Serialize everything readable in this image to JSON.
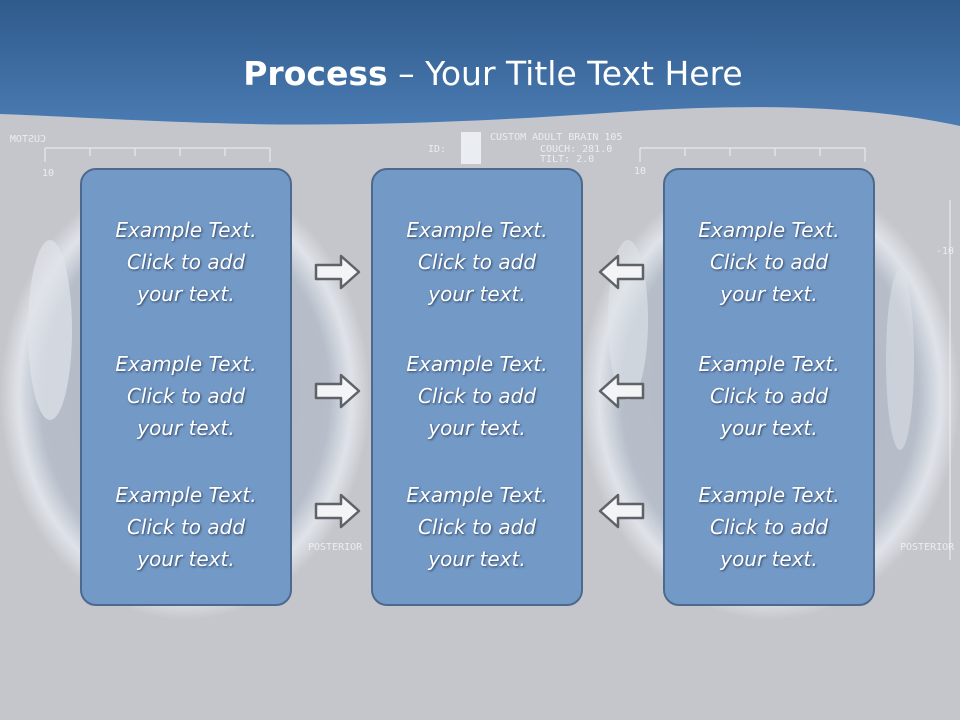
{
  "slide": {
    "title_bold": "Process",
    "title_rest": " – Your Title Text Here"
  },
  "panels": [
    {
      "blocks": [
        {
          "l1": "Example Text.",
          "l2": "Click  to add",
          "l3": "your text."
        },
        {
          "l1": "Example Text.",
          "l2": "Click  to add",
          "l3": "your text."
        },
        {
          "l1": "Example Text.",
          "l2": "Click  to add",
          "l3": "your text."
        }
      ]
    },
    {
      "blocks": [
        {
          "l1": "Example Text.",
          "l2": "Click  to add",
          "l3": "your text."
        },
        {
          "l1": "Example Text.",
          "l2": "Click  to add",
          "l3": "your text."
        },
        {
          "l1": "Example Text.",
          "l2": "Click  to add",
          "l3": "your text."
        }
      ]
    },
    {
      "blocks": [
        {
          "l1": "Example Text.",
          "l2": "Click  to add",
          "l3": "your text."
        },
        {
          "l1": "Example Text.",
          "l2": "Click  to add",
          "l3": "your text."
        },
        {
          "l1": "Example Text.",
          "l2": "Click  to add",
          "l3": "your text."
        }
      ]
    }
  ],
  "background_text": {
    "left_scan_label": "CUSTOM",
    "left_scale": "10",
    "center_header": "CUSTOM ADULT BRAIN  105",
    "center_couch": "COUCH:  281.0",
    "center_tilt": "TILT:    2.0",
    "center_id": "ID:",
    "right_scale_a": "10",
    "right_scale_b": "-10",
    "left_posterior": "POSTERIOR",
    "right_posterior": "POSTERIOR"
  },
  "colors": {
    "header_blue": "#3e6b9f",
    "panel_fill": "#7399c6",
    "panel_border": "#4d6a8e",
    "background": "#c4c6cb"
  }
}
